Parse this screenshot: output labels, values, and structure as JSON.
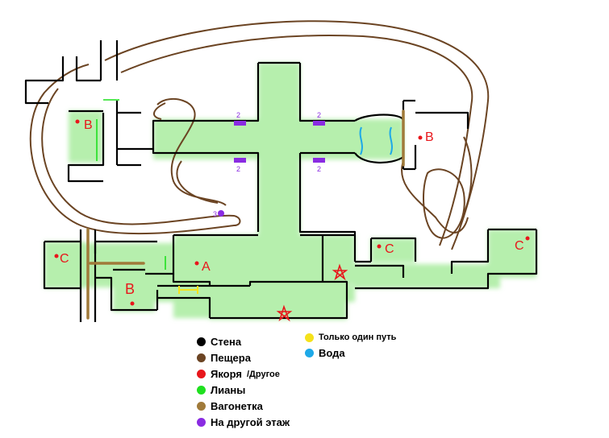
{
  "map": {
    "room_labels": {
      "b_top_left": "B",
      "b_right": "B",
      "b_bottom_left": "B",
      "c_left": "C",
      "c_mid": "C",
      "c_right": "C",
      "a_room": "A"
    },
    "floor_numbers": {
      "top_left_marker": "2",
      "top_right_marker": "2",
      "bottom_left_marker": "2",
      "bottom_right_marker": "2",
      "cave_marker": "3"
    }
  },
  "legend": {
    "items": [
      {
        "label": "Стена",
        "color": "#000000"
      },
      {
        "label": "Пещера",
        "color": "#6b4423"
      },
      {
        "label": "Якоря",
        "extra": "/Другое",
        "color": "#e8161b"
      },
      {
        "label": "Лианы",
        "color": "#1fe01f"
      },
      {
        "label": "Вагонетка",
        "color": "#a07a3a"
      },
      {
        "label": "На другой этаж",
        "color": "#8a2be2"
      }
    ],
    "items_right": [
      {
        "label": "Только один путь",
        "color": "#f5e21b"
      },
      {
        "label": "Вода",
        "color": "#1ea9e8"
      }
    ]
  },
  "colors": {
    "floor": "#b8f0b0",
    "wall": "#000000",
    "cave": "#6b4423",
    "anchor": "#e8161b",
    "vine": "#1fe01f",
    "cart": "#a07a3a",
    "stairs": "#8a2be2",
    "oneway": "#f5e21b",
    "water": "#1ea9e8"
  }
}
